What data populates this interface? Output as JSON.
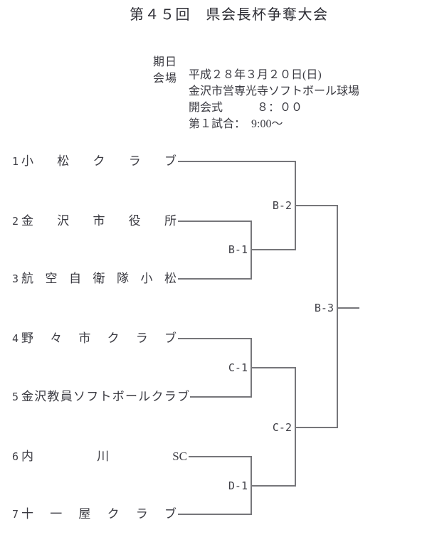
{
  "page": {
    "title": "第４５回　県会長杯争奪大会"
  },
  "info": {
    "rows": [
      {
        "label": "期日",
        "value": "平成２８年３月２０日(日)"
      },
      {
        "label": "会場",
        "value": "金沢市営専光寺ソフトボール球場"
      },
      {
        "label": "",
        "value": "開会式　　　８：００"
      },
      {
        "label": "",
        "value": "第１試合：　9:00～"
      }
    ]
  },
  "bracket": {
    "teams": [
      {
        "no": "1",
        "name": "小松クラブ"
      },
      {
        "no": "2",
        "name": "金沢市役所"
      },
      {
        "no": "3",
        "name": "航空自衛隊小松"
      },
      {
        "no": "4",
        "name": "野々市クラブ"
      },
      {
        "no": "5",
        "name": "金沢教員ソフトボールクラブ"
      },
      {
        "no": "6",
        "name": "内川SC"
      },
      {
        "no": "7",
        "name": "十一屋クラブ"
      }
    ],
    "matches": [
      {
        "id": "B-1"
      },
      {
        "id": "B-2"
      },
      {
        "id": "B-3"
      },
      {
        "id": "C-1"
      },
      {
        "id": "C-2"
      },
      {
        "id": "D-1"
      }
    ]
  },
  "colors": {
    "line": "#76767a",
    "text": "#3a3a41"
  }
}
